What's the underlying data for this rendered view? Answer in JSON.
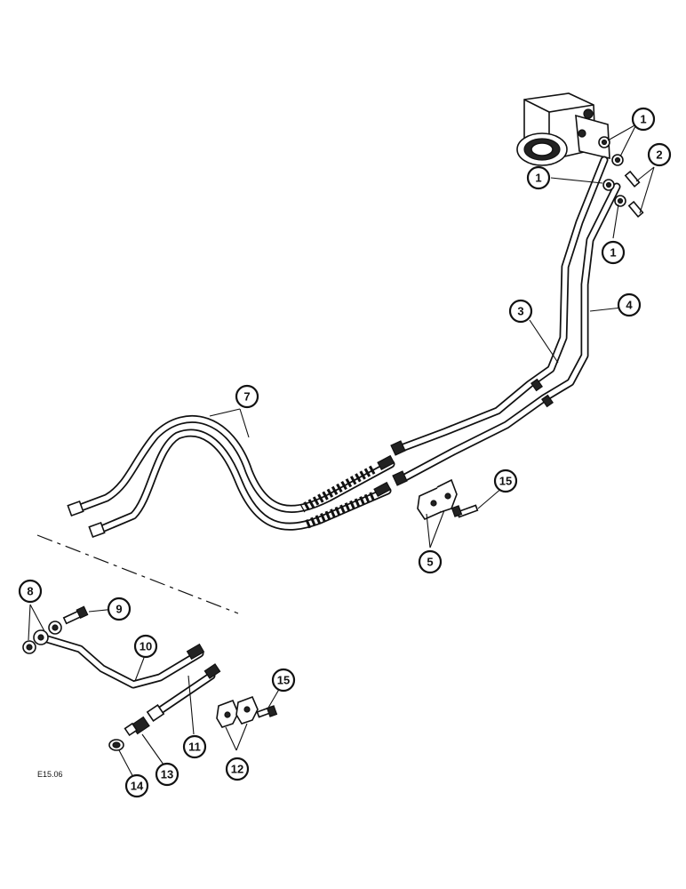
{
  "figure_code": "E15.06",
  "callouts": [
    {
      "label": "1"
    },
    {
      "label": "1"
    },
    {
      "label": "1"
    },
    {
      "label": "2"
    },
    {
      "label": "3"
    },
    {
      "label": "4"
    },
    {
      "label": "5"
    },
    {
      "label": "7"
    },
    {
      "label": "8"
    },
    {
      "label": "9"
    },
    {
      "label": "10"
    },
    {
      "label": "11"
    },
    {
      "label": "12"
    },
    {
      "label": "13"
    },
    {
      "label": "14"
    },
    {
      "label": "15"
    },
    {
      "label": "15"
    }
  ]
}
